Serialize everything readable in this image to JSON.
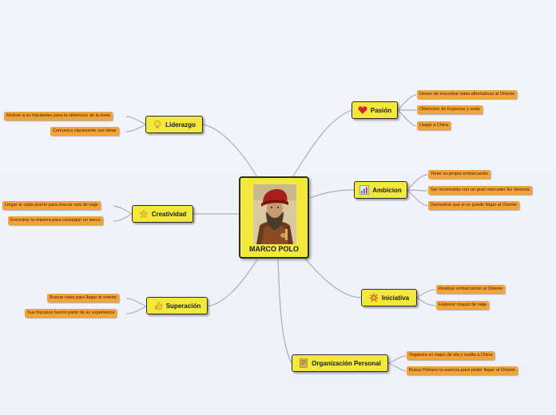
{
  "center": {
    "label": "MARCO POLO",
    "image": "portrait of Marco Polo"
  },
  "branches": [
    {
      "label": "Liderazgo",
      "icon": "bulb-icon",
      "items": [
        "Motivar a su tripulantes para la obtencion de la meta",
        "Comunica claramente sus ideas"
      ]
    },
    {
      "label": "Creatividad",
      "icon": "star-icon",
      "items": [
        "Llegar ar cada puerto para marcar ruta de viaje",
        "Encontrar la manera para conseguir un barco"
      ]
    },
    {
      "label": "Superación",
      "icon": "thumb-icon",
      "items": [
        "Buscar rutas para llegar al oriente",
        "Sus fracasos fueron parte de su experiencia"
      ]
    },
    {
      "label": "Pasión",
      "icon": "heart-icon",
      "items": [
        "Deseo de encontrar rutas alternativas al Oriente",
        "Obtencion de Especias y seda",
        "Llegar a China"
      ]
    },
    {
      "label": "Ambicion",
      "icon": "chart-icon",
      "items": [
        "Tener su propia embarcación",
        "Ser reconocido con un gran mercader En Venecia",
        "Demostrar que si se puede llegar al Oriente"
      ]
    },
    {
      "label": "Iniciativa",
      "icon": "burst-icon",
      "items": [
        "Realizar embarcacion al Oriente",
        "Elaborar mapas de viaje"
      ]
    },
    {
      "label": "Organización Personal",
      "icon": "notebook-icon",
      "items": [
        "Organiza su viajes de ida y vuelta a China",
        "Busca Primero la esencia para poder llegar al Oriente"
      ]
    }
  ],
  "colors": {
    "topic": "#f2e93a",
    "subtopic": "#f3a33a",
    "connector": "#9aa3b5"
  }
}
